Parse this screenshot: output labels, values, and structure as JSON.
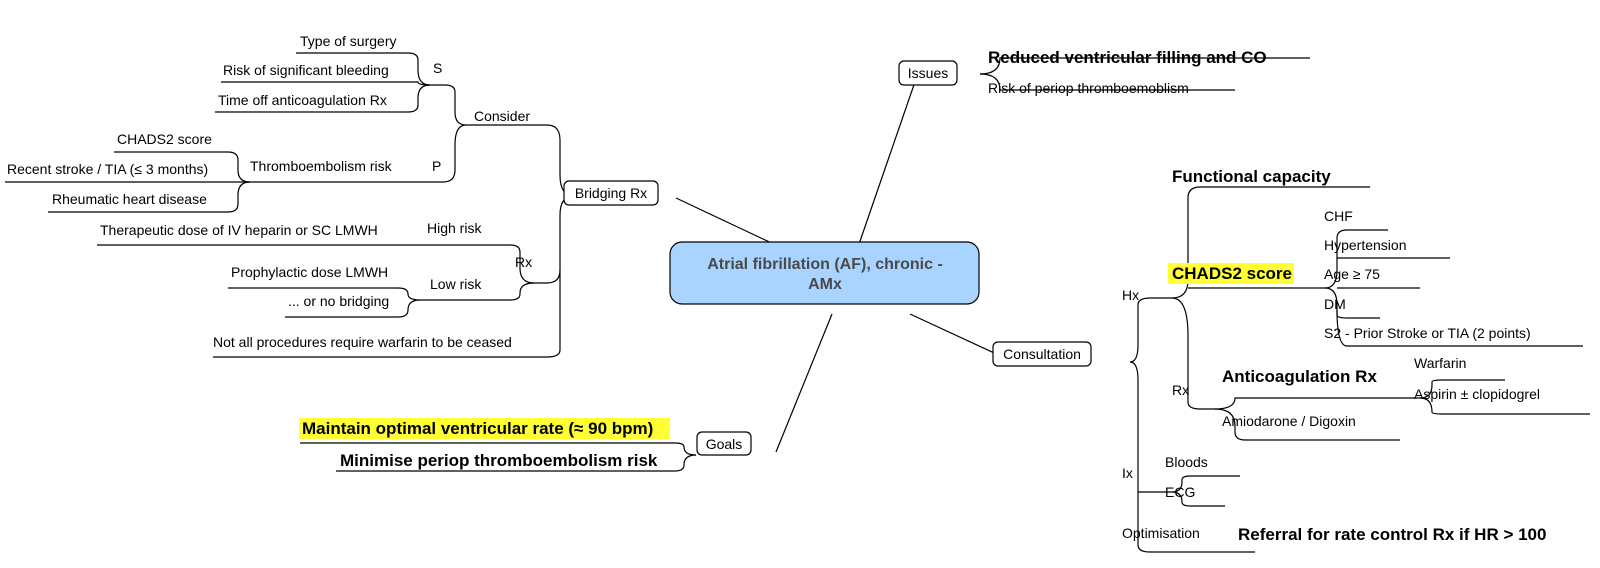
{
  "central": {
    "line1": "Atrial fibrillation (AF), chronic -",
    "line2": "AMx",
    "fill": "#a9d4ff"
  },
  "highlight_color": "#ffff33",
  "issues": {
    "label": "Issues",
    "items": [
      "Reduced ventricular filling and CO",
      "Risk of periop thromboemoblism"
    ]
  },
  "consultation": {
    "label": "Consultation",
    "hx": {
      "label": "Hx",
      "functional_capacity": "Functional capacity",
      "chads2": {
        "label": "CHADS2 score",
        "items": [
          "CHF",
          "Hypertension",
          "Age ≥ 75",
          "DM",
          "S2 - Prior Stroke or TIA (2 points)"
        ]
      }
    },
    "rx": {
      "label": "Rx",
      "anticoag": {
        "label": "Anticoagulation Rx",
        "items": [
          "Warfarin",
          "Aspirin ± clopidogrel"
        ]
      },
      "amiodarone": "Amiodarone / Digoxin"
    },
    "ix": {
      "label": "Ix",
      "items": [
        "Bloods",
        "ECG"
      ]
    },
    "optimisation": {
      "label": "Optimisation",
      "referral": "Referral for rate control Rx if HR > 100"
    }
  },
  "bridging": {
    "label": "Bridging Rx",
    "consider": {
      "label": "Consider",
      "s": {
        "label": "S",
        "items": [
          "Type of surgery",
          "Risk of significant bleeding",
          "Time off anticoagulation Rx"
        ]
      },
      "p": {
        "label": "P",
        "thrombo": "Thromboembolism risk",
        "items": [
          "CHADS2 score",
          "Recent stroke / TIA (≤ 3 months)",
          "Rheumatic heart disease"
        ]
      }
    },
    "rx": {
      "label": "Rx",
      "high": {
        "label": "High risk",
        "item": "Therapeutic dose of IV heparin or SC LMWH"
      },
      "low": {
        "label": "Low risk",
        "items": [
          "Prophylactic dose LMWH",
          "... or no bridging"
        ]
      }
    },
    "note": "Not all procedures require warfarin to be ceased"
  },
  "goals": {
    "label": "Goals",
    "items": [
      "Maintain optimal ventricular rate (≈ 90 bpm)",
      "Minimise periop thromboembolism risk"
    ]
  }
}
